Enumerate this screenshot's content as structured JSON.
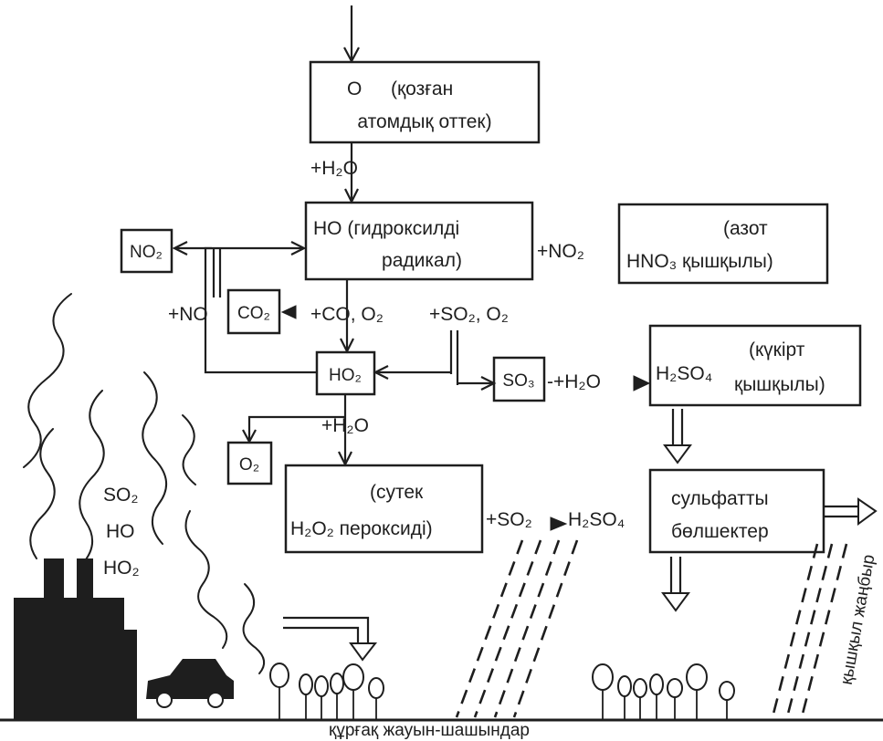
{
  "diagram": {
    "excited_oxygen": {
      "symbol": "O",
      "line1": "(қозған",
      "line2": "атомдық оттек)"
    },
    "reagent_h2o_top": "+H₂O",
    "hydroxyl": {
      "line1": "HO (гидроксилді",
      "line2": "радикал)"
    },
    "reagent_no2": "+NO₂",
    "nitric_acid": {
      "line1": "(азот",
      "line2": "HNO₃ қышқылы)"
    },
    "no2_box": "NO₂",
    "reagent_no": "+NO",
    "co2_box": "CO₂",
    "reagent_co": "+CO, O₂",
    "reagent_so2_o2": "+SO₂, O₂",
    "ho2_box": "HO₂",
    "so3_box": "SO₃",
    "reagent_h2o_so3": "-+H₂O",
    "sulfuric_acid": {
      "formula": "H₂SO₄",
      "line1": "(күкірт",
      "line2": "қышқылы)"
    },
    "reagent_h2o_ho2": "+H₂O",
    "o2_box": "O₂",
    "peroxide": {
      "line1": "(сутек",
      "line2": "H₂O₂ пероксиді)"
    },
    "reagent_so2": "+SO₂",
    "product_h2so4": "H₂SO₄",
    "sulfate": {
      "line1": "сульфатты",
      "line2": "бөлшектер"
    },
    "emissions": [
      "SO₂",
      "HO",
      "HO₂"
    ],
    "dry_deposition": "құрғақ жауын-шашындар",
    "acid_rain": "қышқыл жаңбыр",
    "icons": [
      "factory-icon",
      "car-icon",
      "tree-icon",
      "smoke-icon",
      "rain-icon"
    ]
  },
  "colors": {
    "ink": "#1e1e1e",
    "paper": "#ffffff"
  }
}
